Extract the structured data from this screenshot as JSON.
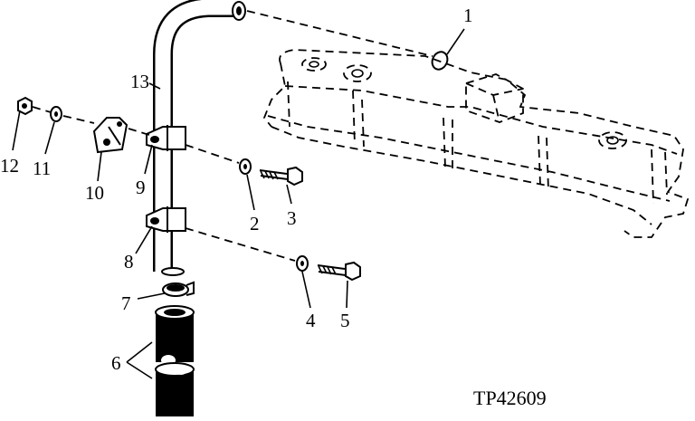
{
  "figure_code": "TP42609",
  "callouts": [
    "1",
    "2",
    "3",
    "4",
    "5",
    "6",
    "7",
    "8",
    "9",
    "10",
    "11",
    "12",
    "13"
  ]
}
